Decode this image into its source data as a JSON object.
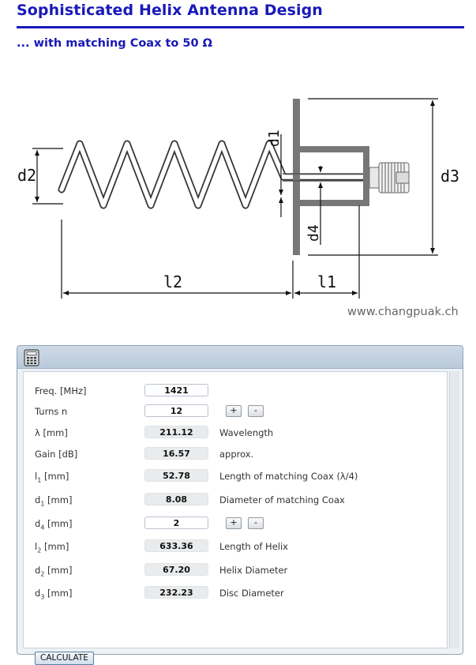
{
  "header": {
    "title": "Sophisticated Helix Antenna Design",
    "subtitle": "... with matching Coax to 50 Ω"
  },
  "diagram": {
    "labels": {
      "d1": "d1",
      "d2": "d2",
      "d3": "d3",
      "d4": "d4",
      "l1": "l1",
      "l2": "l2"
    },
    "watermark": "www.changpuak.ch"
  },
  "calculator": {
    "rows": [
      {
        "label": "Freq. [MHz]",
        "value": "1421",
        "kind": "input",
        "desc": ""
      },
      {
        "label": "Turns n",
        "value": "12",
        "kind": "input",
        "desc": "",
        "stepper": true
      },
      {
        "label": "λ [mm]",
        "value": "211.12",
        "kind": "output",
        "desc": "Wavelength"
      },
      {
        "label": "Gain [dB]",
        "value": "16.57",
        "kind": "output",
        "desc": "approx."
      },
      {
        "label_main": "l",
        "label_sub": "1",
        "label_tail": " [mm]",
        "value": "52.78",
        "kind": "output",
        "desc": "Length of matching Coax (λ/4)"
      },
      {
        "label_main": "d",
        "label_sub": "1",
        "label_tail": " [mm]",
        "value": "8.08",
        "kind": "output",
        "desc": "Diameter of matching Coax"
      },
      {
        "label_main": "d",
        "label_sub": "4",
        "label_tail": " [mm]",
        "value": "2",
        "kind": "input",
        "desc": "",
        "stepper": true
      },
      {
        "label_main": "l",
        "label_sub": "2",
        "label_tail": " [mm]",
        "value": "633.36",
        "kind": "output",
        "desc": "Length of Helix"
      },
      {
        "label_main": "d",
        "label_sub": "2",
        "label_tail": " [mm]",
        "value": "67.20",
        "kind": "output",
        "desc": "Helix Diameter"
      },
      {
        "label_main": "d",
        "label_sub": "3",
        "label_tail": " [mm]",
        "value": "232.23",
        "kind": "output",
        "desc": "Disc Diameter"
      }
    ],
    "stepper": {
      "plus": "+",
      "minus": "-"
    },
    "button_label": "CALCULATE"
  }
}
